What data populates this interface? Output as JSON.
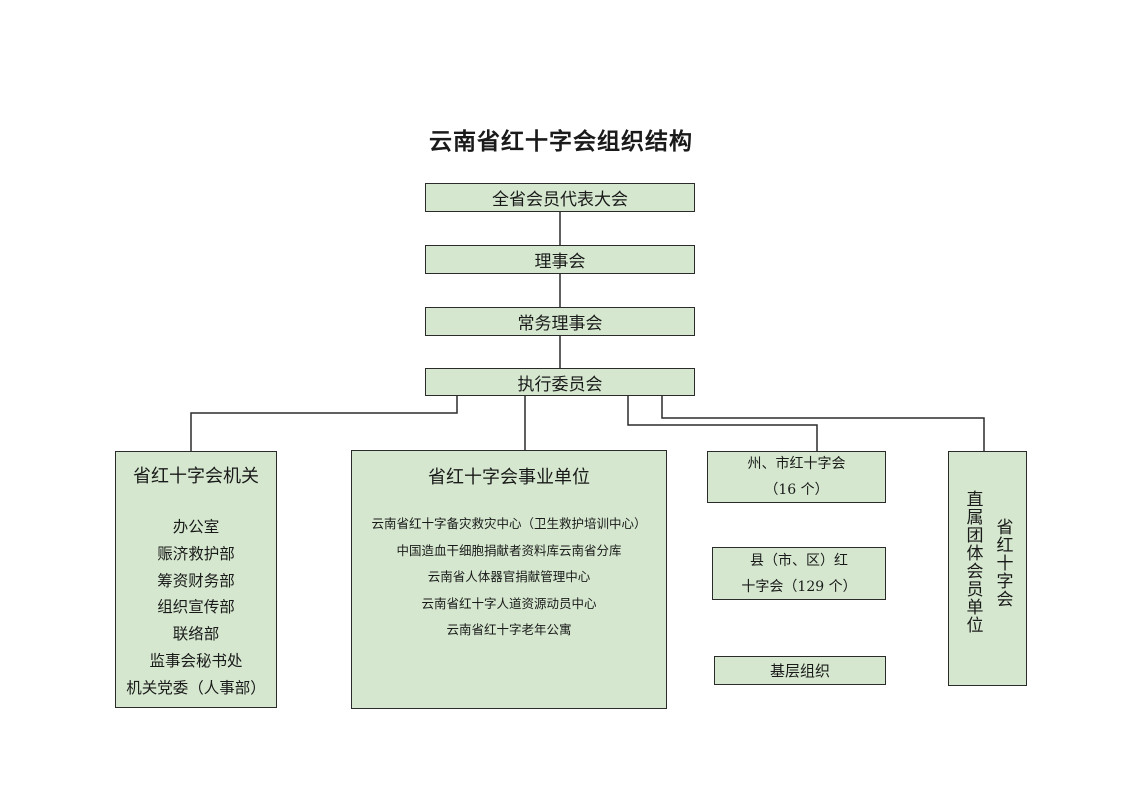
{
  "title": "云南省红十字会组织结构",
  "levels": [
    {
      "label": "全省会员代表大会"
    },
    {
      "label": "理事会"
    },
    {
      "label": "常务理事会"
    },
    {
      "label": "执行委员会"
    }
  ],
  "organ": {
    "heading": "省红十字会机关",
    "items": [
      "办公室",
      "赈济救护部",
      "筹资财务部",
      "组织宣传部",
      "联络部",
      "监事会秘书处",
      "机关党委（人事部）"
    ]
  },
  "public_units": {
    "heading": "省红十字会事业单位",
    "items": [
      "云南省红十字备灾救灾中心（卫生救护培训中心）",
      "中国造血干细胞捐献者资料库云南省分库",
      "云南省人体器官捐献管理中心",
      "云南省红十字人道资源动员中心",
      "云南省红十字老年公寓"
    ]
  },
  "prefecture": {
    "line1": "州、市红十字会",
    "line2": "（16 个）"
  },
  "county": {
    "line1": "县（市、区）红",
    "line2": "十字会（129 个）"
  },
  "grassroots": {
    "label": "基层组织"
  },
  "member_units": {
    "col1": "省红十字会",
    "col2": "直属团体会员单位"
  }
}
